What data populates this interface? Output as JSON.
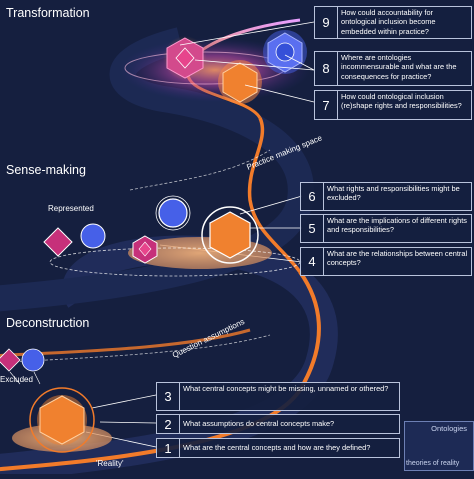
{
  "sections": {
    "transformation": "Transformation",
    "sense_making": "Sense-making",
    "deconstruction": "Deconstruction"
  },
  "path_labels": {
    "practice_making_space": "Practice making space",
    "question_assumptions": "Question assumptions"
  },
  "labels": {
    "represented": "Represented",
    "excluded": "Excluded",
    "reality": "'Reality'"
  },
  "questions": [
    {
      "number": "1",
      "text": "What are the central concepts and how are they defined?"
    },
    {
      "number": "2",
      "text": "What assumptions do central concepts make?"
    },
    {
      "number": "3",
      "text": "What central concepts might be missing, unnamed or othered?"
    },
    {
      "number": "4",
      "text": "What are the relationships between central concepts?"
    },
    {
      "number": "5",
      "text": "What are the implications of different rights and responsibilities?"
    },
    {
      "number": "6",
      "text": "What rights and responsibilities might be excluded?"
    },
    {
      "number": "7",
      "text": "How could ontological inclusion (re)shape rights and responsibilities?"
    },
    {
      "number": "8",
      "text": "Where are ontologies incommensurable and what are the consequences for practice?"
    },
    {
      "number": "9",
      "text": "How could accountability for ontological inclusion become embedded within practice?"
    }
  ],
  "legend": {
    "ontologies": "Ontologies",
    "theories": "theories of reality"
  },
  "colors": {
    "background": "#151f3f",
    "path_orange": "#f27b2a",
    "hexagon": "#f0812f",
    "diamond": "#c6307a",
    "circle": "#4660e8",
    "box_border": "#b9c3dc"
  }
}
